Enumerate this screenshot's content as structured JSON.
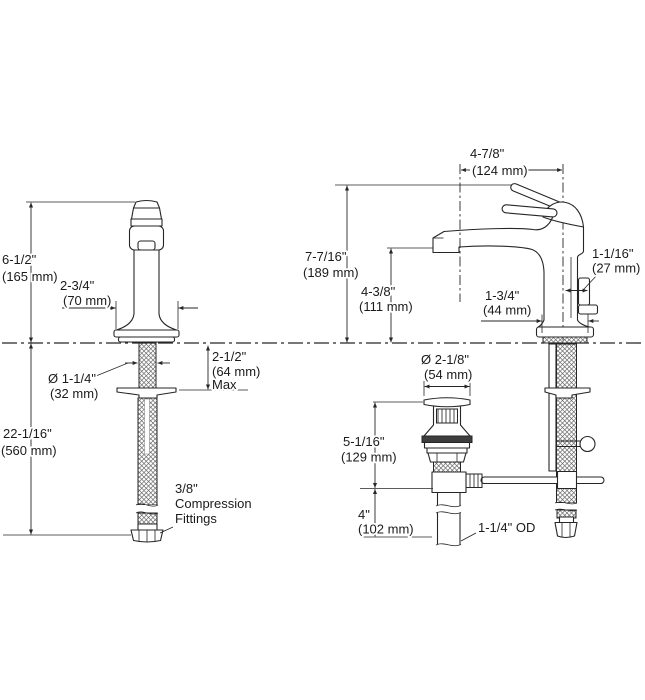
{
  "meta": {
    "background_color": "#ffffff",
    "ink_color": "#262626",
    "drawing_type": "faucet installation dimension diagram"
  },
  "front": {
    "overall_height_in": "6-1/2\"",
    "overall_height_mm": "(165 mm)",
    "base_width_in": "2-3/4\"",
    "base_width_mm": "(70 mm)",
    "shank_dia_in": "Ø 1-1/4\"",
    "shank_dia_mm": "(32 mm)",
    "deck_max_in": "2-1/2\"",
    "deck_max_mm": "(64 mm)",
    "deck_max_note": "Max",
    "supply_len_in": "22-1/16\"",
    "supply_len_mm": "(560 mm)",
    "fitting_line1": "3/8\"",
    "fitting_line2": "Compression",
    "fitting_line3": "Fittings"
  },
  "side": {
    "spout_reach_in": "4-7/8\"",
    "spout_reach_mm": "(124 mm)",
    "overall_height_in": "7-7/16\"",
    "overall_height_mm": "(189 mm)",
    "spout_height_in": "4-3/8\"",
    "spout_height_mm": "(111 mm)",
    "base_depth_in": "1-3/4\"",
    "base_depth_mm": "(44 mm)",
    "lift_rod_offset_in": "1-1/16\"",
    "lift_rod_offset_mm": "(27 mm)",
    "drain_dia_in": "Ø 2-1/8\"",
    "drain_dia_mm": "(54 mm)",
    "drain_height_in": "5-1/16\"",
    "drain_height_mm": "(129 mm)",
    "tailpiece_len_in": "4\"",
    "tailpiece_len_mm": "(102 mm)",
    "tailpiece_od": "1-1/4\" OD"
  }
}
